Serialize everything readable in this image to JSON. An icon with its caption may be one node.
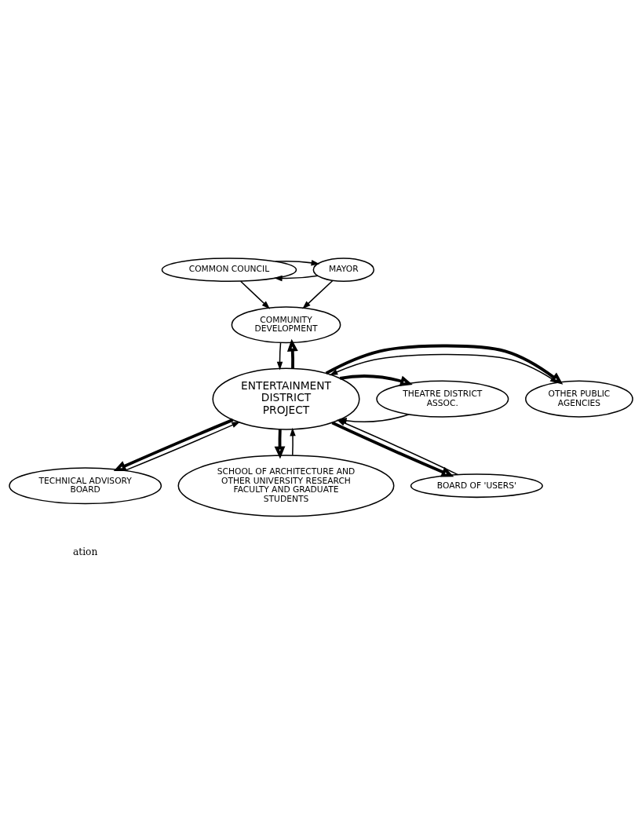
{
  "diagram": {
    "nodes": [
      {
        "text": [
          "MAYOR"
        ]
      },
      {
        "text": [
          "COMMON COUNCIL"
        ]
      },
      {
        "text": [
          "COMMUNITY DEVELOPMENT"
        ]
      },
      {
        "text": [
          "OTHER PUBLIC AGENCIES"
        ]
      },
      {
        "text": [
          "THEATRE DISTRICT ASSOC."
        ]
      },
      {
        "text": [
          "ENTERTAINMENT DISTRICT PROJECT"
        ]
      },
      {
        "text": [
          "TECHNICAL ADVISORY BOARD"
        ]
      },
      {
        "text": [
          "BOARD OF 'USERS'"
        ]
      },
      {
        "text": [
          "SCHOOL OF ARCHITECTURE AND OTHER UNIVERSITY RESEARCH FACULTY AND GRADUATE STUDENTS"
        ]
      }
    ],
    "edges": [
      {
        "from": 0,
        "to": 1,
        "arrow": "to"
      },
      {
        "from": 1,
        "to": 0,
        "arrow": "to"
      },
      {
        "from": 0,
        "to": 2,
        "arrow": "to"
      },
      {
        "from": 1,
        "to": 2,
        "arrow": "to"
      },
      {
        "from": 2,
        "to": 5,
        "arrow": "to"
      },
      {
        "from": 5,
        "to": 2,
        "arrow": "to",
        "style": "thick"
      },
      {
        "from": 3,
        "to": 5,
        "arrow": "to"
      },
      {
        "from": 5,
        "to": 3,
        "arrow": "to",
        "style": "thick"
      },
      {
        "from": 4,
        "to": 5,
        "arrow": "to"
      },
      {
        "from": 5,
        "to": 4,
        "arrow": "to",
        "style": "thick"
      },
      {
        "from": 6,
        "to": 5,
        "arrow": "to"
      },
      {
        "from": 5,
        "to": 6,
        "arrow": "to",
        "style": "thick"
      },
      {
        "from": 7,
        "to": 5,
        "arrow": "to"
      },
      {
        "from": 5,
        "to": 7,
        "arrow": "to",
        "style": "thick"
      },
      {
        "from": 8,
        "to": 5,
        "arrow": "to"
      },
      {
        "from": 5,
        "to": 8,
        "arrow": "to",
        "style": "thick"
      }
    ],
    "labels": [
      "ation"
    ]
  }
}
